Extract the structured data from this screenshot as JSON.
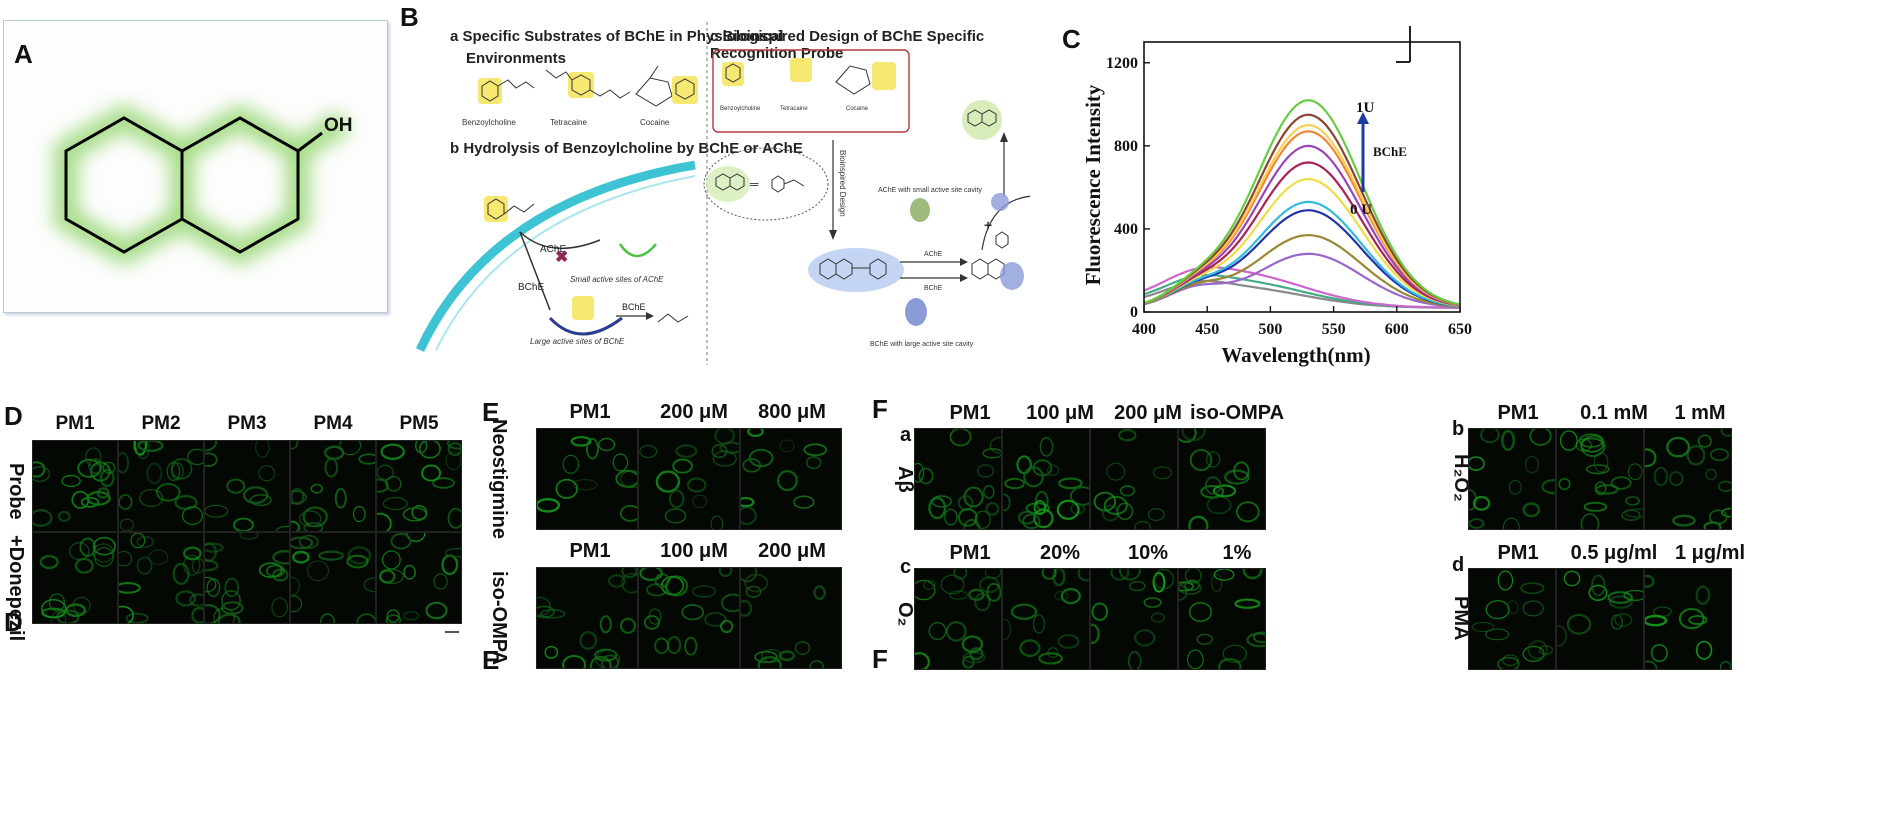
{
  "panel_a": {
    "label": "A",
    "oh": "OH"
  },
  "panel_b": {
    "label": "B",
    "a_title": "a  Specific Substrates of BChE in Physiological Environments",
    "a_title_line1": "a  Specific Substrates of BChE in Physiological",
    "a_title_line2": "Environments",
    "b_title": "b  Hydrolysis of Benzoylcholine by BChE or AChE",
    "c_title": "c  Bioinspired Design of BChE Specific Recognition Probe",
    "substrates": [
      "Benzoylcholine",
      "Tetracaine",
      "Cocaine"
    ],
    "ache": "AChE",
    "bche": "BChE",
    "small_sites": "Small active sites of AChE",
    "large_sites": "Large active sites of BChE",
    "bioinspired": "Bioinspired Design",
    "ache_small_cavity": "AChE with small active site cavity",
    "bche_large_cavity": "BChE with large active site cavity",
    "plus": "+"
  },
  "panel_c": {
    "label": "C"
  },
  "chart_data": {
    "type": "line",
    "xlabel": "Wavelength(nm)",
    "ylabel": "Fluorescence Intensity",
    "xlim": [
      400,
      650
    ],
    "ylim": [
      0,
      1300
    ],
    "xticks": [
      400,
      450,
      500,
      550,
      600,
      650
    ],
    "yticks": [
      0,
      400,
      800,
      1200
    ],
    "annotation_top": "1U",
    "annotation_mid": "BChE",
    "annotation_bottom": "0 U",
    "peak_x": 530,
    "series": [
      {
        "color": "#888888",
        "peak": 100
      },
      {
        "color": "#44aa88",
        "peak": 130
      },
      {
        "color": "#cc66cc",
        "peak": 170
      },
      {
        "color": "#9966cc",
        "peak": 260
      },
      {
        "color": "#998833",
        "peak": 350
      },
      {
        "color": "#2233aa",
        "peak": 470
      },
      {
        "color": "#33bbdd",
        "peak": 510
      },
      {
        "color": "#eedd44",
        "peak": 620
      },
      {
        "color": "#aa2255",
        "peak": 700
      },
      {
        "color": "#9944bb",
        "peak": 780
      },
      {
        "color": "#ee8833",
        "peak": 850
      },
      {
        "color": "#ffcc55",
        "peak": 880
      },
      {
        "color": "#884433",
        "peak": 930
      },
      {
        "color": "#66cc44",
        "peak": 1000
      }
    ]
  },
  "panel_d": {
    "label": "D",
    "cols": [
      "PM1",
      "PM2",
      "PM3",
      "PM4",
      "PM5"
    ],
    "rows": [
      "Probe",
      "+Donepezil"
    ]
  },
  "panel_e": {
    "label": "E",
    "row1_cols": [
      "PM1",
      "200 μM",
      "800 μM"
    ],
    "row2_cols": [
      "PM1",
      "100 μM",
      "200 μM"
    ],
    "rows": [
      "Neostigmine",
      "iso-OMPA"
    ]
  },
  "panel_f": {
    "label": "F",
    "a": {
      "label": "a",
      "row": "Aβ",
      "cols": [
        "PM1",
        "100 μM",
        "200 μM",
        "iso-OMPA"
      ]
    },
    "b": {
      "label": "b",
      "row": "H₂O₂",
      "cols": [
        "PM1",
        "0.1 mM",
        "1 mM"
      ]
    },
    "c": {
      "label": "c",
      "row": "O₂",
      "cols": [
        "PM1",
        "20%",
        "10%",
        "1%"
      ]
    },
    "d": {
      "label": "d",
      "row": "PMA",
      "cols": [
        "PM1",
        "0.5 μg/ml",
        "1 μg/ml"
      ]
    }
  }
}
